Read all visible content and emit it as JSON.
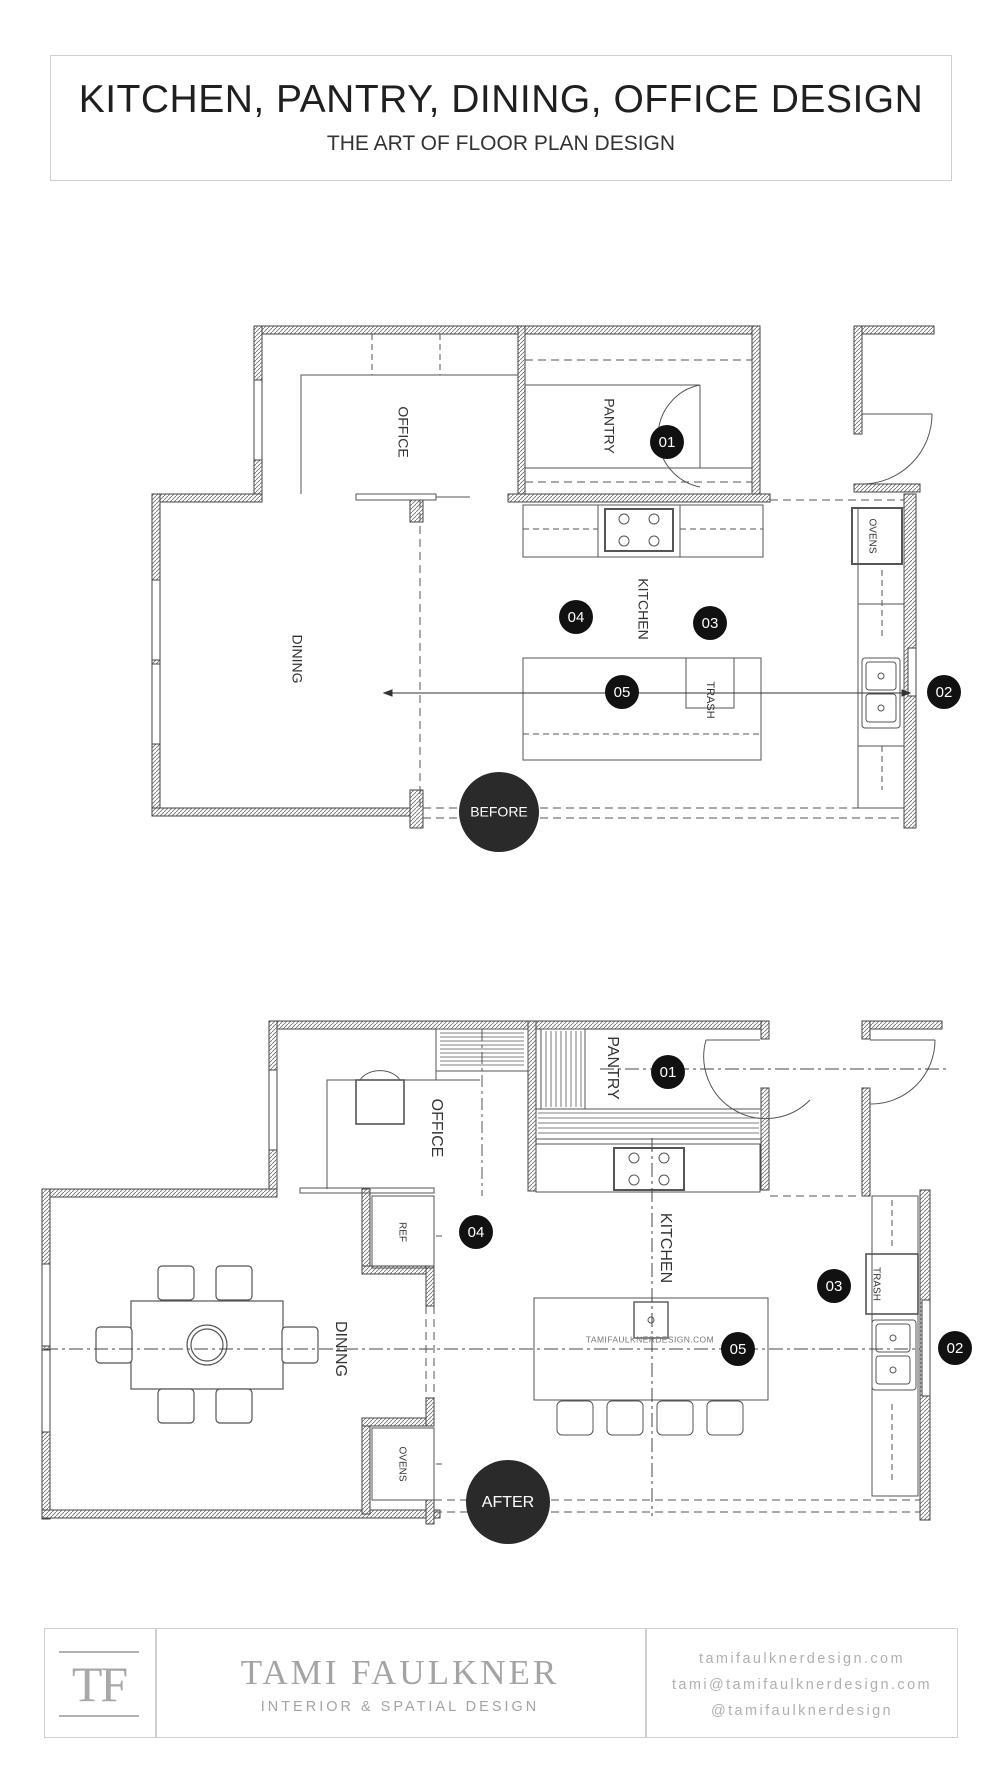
{
  "header": {
    "title": "KITCHEN, PANTRY, DINING, OFFICE DESIGN",
    "subtitle": "THE ART OF FLOOR PLAN DESIGN"
  },
  "plans": {
    "before": {
      "badge": "BEFORE",
      "rooms": {
        "office": "OFFICE",
        "pantry": "PANTRY",
        "kitchen": "KITCHEN",
        "dining": "DINING"
      },
      "fixtures": {
        "ovens": "OVENS",
        "trash": "TRASH"
      },
      "markers": [
        "01",
        "02",
        "03",
        "04",
        "05"
      ]
    },
    "after": {
      "badge": "AFTER",
      "rooms": {
        "office": "OFFICE",
        "pantry": "PANTRY",
        "kitchen": "KITCHEN",
        "dining": "DINING"
      },
      "fixtures": {
        "ref": "REF",
        "ovens": "OVENS",
        "trash": "TRASH"
      },
      "watermark": "TAMIFAULKNERDESIGN.COM",
      "markers": [
        "01",
        "02",
        "03",
        "04",
        "05"
      ]
    }
  },
  "footer": {
    "monogram": "TF",
    "brand_name": "TAMI FAULKNER",
    "tagline": "INTERIOR & SPATIAL DESIGN",
    "website": "tamifaulknerdesign.com",
    "email": "tami@tamifaulknerdesign.com",
    "social": "@tamifaulknerdesign"
  },
  "colors": {
    "wall": "#555555",
    "line": "#333333",
    "marker": "#111111",
    "badge": "#2a2a2a",
    "footer_text": "#a4a4a4"
  }
}
